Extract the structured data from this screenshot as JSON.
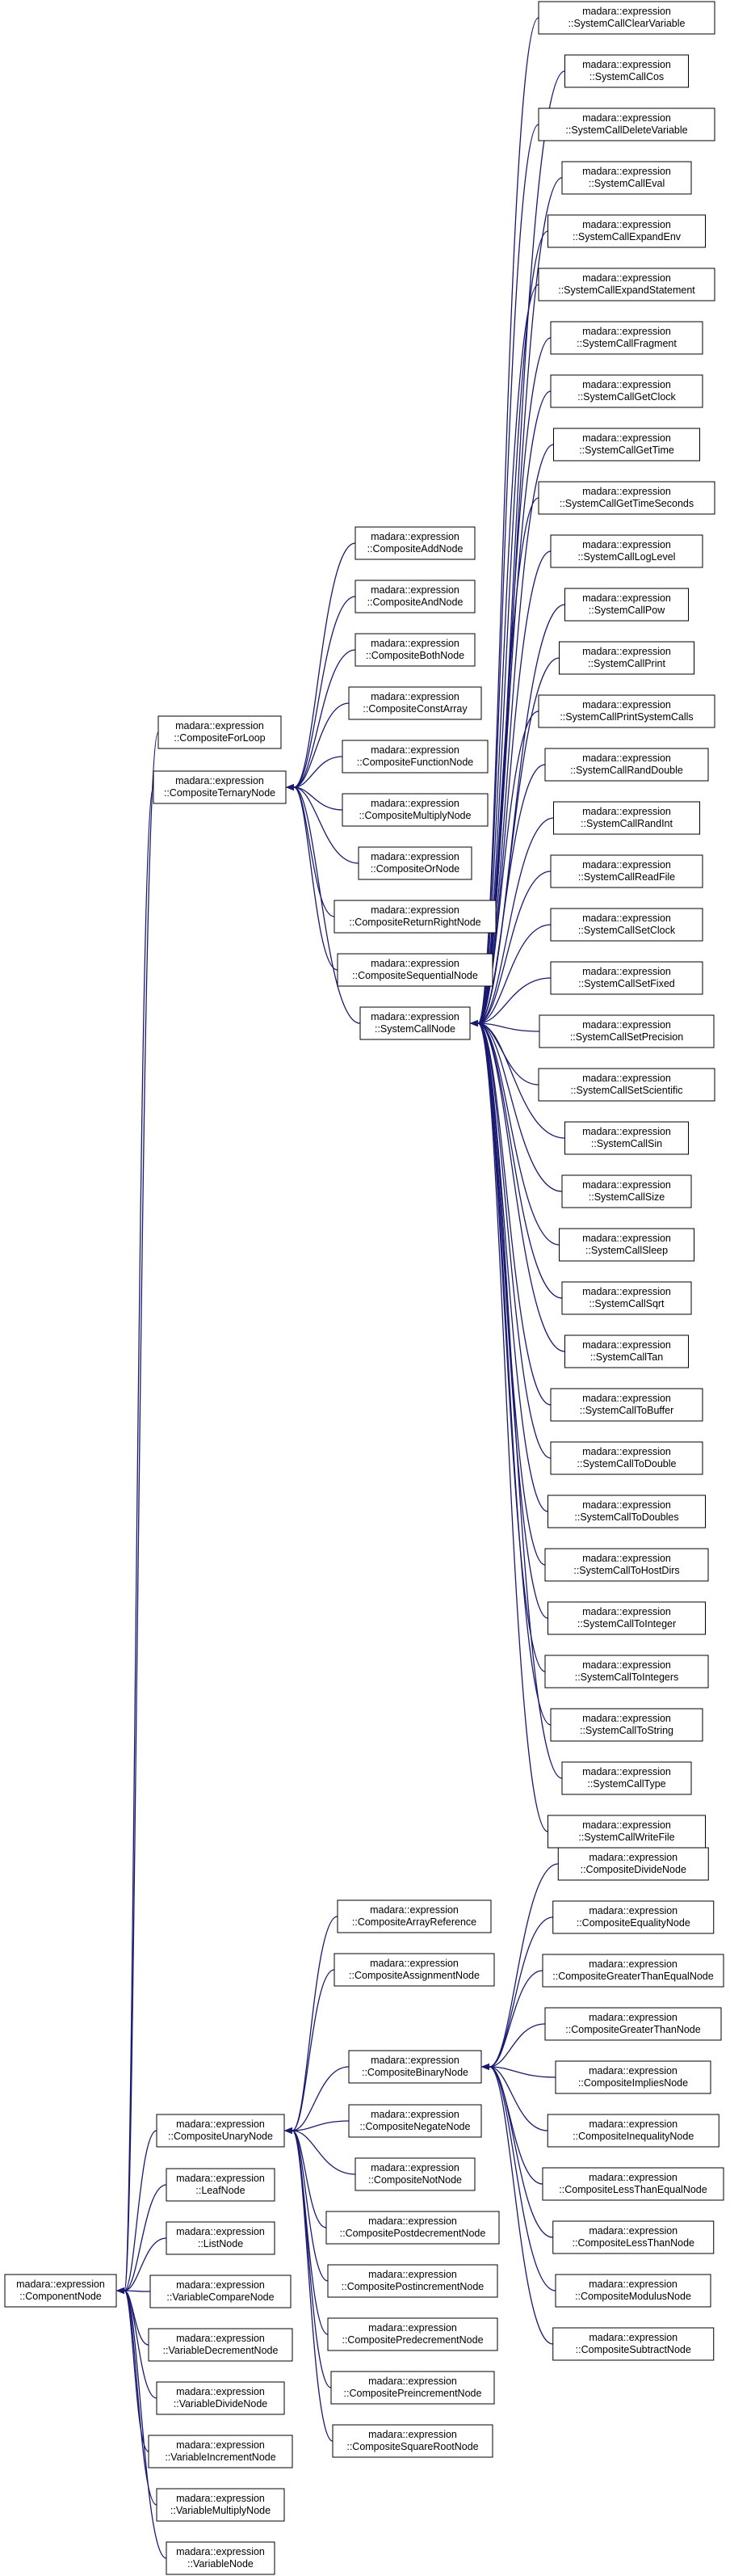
{
  "colors": {
    "edge": "#191970",
    "node_border": "#000000",
    "node_fill": "#ffffff",
    "background": "#ffffff"
  },
  "nodes": {
    "ComponentNode": [
      "madara::expression",
      "::ComponentNode"
    ],
    "CompositeForLoop": [
      "madara::expression",
      "::CompositeForLoop"
    ],
    "CompositeTernaryNode": [
      "madara::expression",
      "::CompositeTernaryNode"
    ],
    "CompositeUnaryNode": [
      "madara::expression",
      "::CompositeUnaryNode"
    ],
    "LeafNode": [
      "madara::expression",
      "::LeafNode"
    ],
    "ListNode": [
      "madara::expression",
      "::ListNode"
    ],
    "VariableCompareNode": [
      "madara::expression",
      "::VariableCompareNode"
    ],
    "VariableDecrementNode": [
      "madara::expression",
      "::VariableDecrementNode"
    ],
    "VariableDivideNode": [
      "madara::expression",
      "::VariableDivideNode"
    ],
    "VariableIncrementNode": [
      "madara::expression",
      "::VariableIncrementNode"
    ],
    "VariableMultiplyNode": [
      "madara::expression",
      "::VariableMultiplyNode"
    ],
    "VariableNode": [
      "madara::expression",
      "::VariableNode"
    ],
    "CompositeAddNode": [
      "madara::expression",
      "::CompositeAddNode"
    ],
    "CompositeAndNode": [
      "madara::expression",
      "::CompositeAndNode"
    ],
    "CompositeBothNode": [
      "madara::expression",
      "::CompositeBothNode"
    ],
    "CompositeConstArray": [
      "madara::expression",
      "::CompositeConstArray"
    ],
    "CompositeFunctionNode": [
      "madara::expression",
      "::CompositeFunctionNode"
    ],
    "CompositeMultiplyNode": [
      "madara::expression",
      "::CompositeMultiplyNode"
    ],
    "CompositeOrNode": [
      "madara::expression",
      "::CompositeOrNode"
    ],
    "CompositeReturnRightNode": [
      "madara::expression",
      "::CompositeReturnRightNode"
    ],
    "CompositeSequentialNode": [
      "madara::expression",
      "::CompositeSequentialNode"
    ],
    "SystemCallNode": [
      "madara::expression",
      "::SystemCallNode"
    ],
    "CompositeArrayReference": [
      "madara::expression",
      "::CompositeArrayReference"
    ],
    "CompositeAssignmentNode": [
      "madara::expression",
      "::CompositeAssignmentNode"
    ],
    "CompositeBinaryNode": [
      "madara::expression",
      "::CompositeBinaryNode"
    ],
    "CompositeNegateNode": [
      "madara::expression",
      "::CompositeNegateNode"
    ],
    "CompositeNotNode": [
      "madara::expression",
      "::CompositeNotNode"
    ],
    "CompositePostdecrementNode": [
      "madara::expression",
      "::CompositePostdecrementNode"
    ],
    "CompositePostincrementNode": [
      "madara::expression",
      "::CompositePostincrementNode"
    ],
    "CompositePredecrementNode": [
      "madara::expression",
      "::CompositePredecrementNode"
    ],
    "CompositePreincrementNode": [
      "madara::expression",
      "::CompositePreincrementNode"
    ],
    "CompositeSquareRootNode": [
      "madara::expression",
      "::CompositeSquareRootNode"
    ],
    "SystemCallClearVariable": [
      "madara::expression",
      "::SystemCallClearVariable"
    ],
    "SystemCallCos": [
      "madara::expression",
      "::SystemCallCos"
    ],
    "SystemCallDeleteVariable": [
      "madara::expression",
      "::SystemCallDeleteVariable"
    ],
    "SystemCallEval": [
      "madara::expression",
      "::SystemCallEval"
    ],
    "SystemCallExpandEnv": [
      "madara::expression",
      "::SystemCallExpandEnv"
    ],
    "SystemCallExpandStatement": [
      "madara::expression",
      "::SystemCallExpandStatement"
    ],
    "SystemCallFragment": [
      "madara::expression",
      "::SystemCallFragment"
    ],
    "SystemCallGetClock": [
      "madara::expression",
      "::SystemCallGetClock"
    ],
    "SystemCallGetTime": [
      "madara::expression",
      "::SystemCallGetTime"
    ],
    "SystemCallGetTimeSeconds": [
      "madara::expression",
      "::SystemCallGetTimeSeconds"
    ],
    "SystemCallLogLevel": [
      "madara::expression",
      "::SystemCallLogLevel"
    ],
    "SystemCallPow": [
      "madara::expression",
      "::SystemCallPow"
    ],
    "SystemCallPrint": [
      "madara::expression",
      "::SystemCallPrint"
    ],
    "SystemCallPrintSystemCalls": [
      "madara::expression",
      "::SystemCallPrintSystemCalls"
    ],
    "SystemCallRandDouble": [
      "madara::expression",
      "::SystemCallRandDouble"
    ],
    "SystemCallRandInt": [
      "madara::expression",
      "::SystemCallRandInt"
    ],
    "SystemCallReadFile": [
      "madara::expression",
      "::SystemCallReadFile"
    ],
    "SystemCallSetClock": [
      "madara::expression",
      "::SystemCallSetClock"
    ],
    "SystemCallSetFixed": [
      "madara::expression",
      "::SystemCallSetFixed"
    ],
    "SystemCallSetPrecision": [
      "madara::expression",
      "::SystemCallSetPrecision"
    ],
    "SystemCallSetScientific": [
      "madara::expression",
      "::SystemCallSetScientific"
    ],
    "SystemCallSin": [
      "madara::expression",
      "::SystemCallSin"
    ],
    "SystemCallSize": [
      "madara::expression",
      "::SystemCallSize"
    ],
    "SystemCallSleep": [
      "madara::expression",
      "::SystemCallSleep"
    ],
    "SystemCallSqrt": [
      "madara::expression",
      "::SystemCallSqrt"
    ],
    "SystemCallTan": [
      "madara::expression",
      "::SystemCallTan"
    ],
    "SystemCallToBuffer": [
      "madara::expression",
      "::SystemCallToBuffer"
    ],
    "SystemCallToDouble": [
      "madara::expression",
      "::SystemCallToDouble"
    ],
    "SystemCallToDoubles": [
      "madara::expression",
      "::SystemCallToDoubles"
    ],
    "SystemCallToHostDirs": [
      "madara::expression",
      "::SystemCallToHostDirs"
    ],
    "SystemCallToInteger": [
      "madara::expression",
      "::SystemCallToInteger"
    ],
    "SystemCallToIntegers": [
      "madara::expression",
      "::SystemCallToIntegers"
    ],
    "SystemCallToString": [
      "madara::expression",
      "::SystemCallToString"
    ],
    "SystemCallType": [
      "madara::expression",
      "::SystemCallType"
    ],
    "SystemCallWriteFile": [
      "madara::expression",
      "::SystemCallWriteFile"
    ],
    "CompositeDivideNode": [
      "madara::expression",
      "::CompositeDivideNode"
    ],
    "CompositeEqualityNode": [
      "madara::expression",
      "::CompositeEqualityNode"
    ],
    "CompositeGreaterThanEqualNode": [
      "madara::expression",
      "::CompositeGreaterThanEqualNode"
    ],
    "CompositeGreaterThanNode": [
      "madara::expression",
      "::CompositeGreaterThanNode"
    ],
    "CompositeImpliesNode": [
      "madara::expression",
      "::CompositeImpliesNode"
    ],
    "CompositeInequalityNode": [
      "madara::expression",
      "::CompositeInequalityNode"
    ],
    "CompositeLessThanEqualNode": [
      "madara::expression",
      "::CompositeLessThanEqualNode"
    ],
    "CompositeLessThanNode": [
      "madara::expression",
      "::CompositeLessThanNode"
    ],
    "CompositeModulusNode": [
      "madara::expression",
      "::CompositeModulusNode"
    ],
    "CompositeSubtractNode": [
      "madara::expression",
      "::CompositeSubtractNode"
    ]
  },
  "edges": [
    [
      "CompositeForLoop",
      "ComponentNode"
    ],
    [
      "CompositeTernaryNode",
      "ComponentNode"
    ],
    [
      "CompositeUnaryNode",
      "ComponentNode"
    ],
    [
      "LeafNode",
      "ComponentNode"
    ],
    [
      "ListNode",
      "ComponentNode"
    ],
    [
      "VariableCompareNode",
      "ComponentNode"
    ],
    [
      "VariableDecrementNode",
      "ComponentNode"
    ],
    [
      "VariableDivideNode",
      "ComponentNode"
    ],
    [
      "VariableIncrementNode",
      "ComponentNode"
    ],
    [
      "VariableMultiplyNode",
      "ComponentNode"
    ],
    [
      "VariableNode",
      "ComponentNode"
    ],
    [
      "CompositeAddNode",
      "CompositeTernaryNode"
    ],
    [
      "CompositeAndNode",
      "CompositeTernaryNode"
    ],
    [
      "CompositeBothNode",
      "CompositeTernaryNode"
    ],
    [
      "CompositeConstArray",
      "CompositeTernaryNode"
    ],
    [
      "CompositeFunctionNode",
      "CompositeTernaryNode"
    ],
    [
      "CompositeMultiplyNode",
      "CompositeTernaryNode"
    ],
    [
      "CompositeOrNode",
      "CompositeTernaryNode"
    ],
    [
      "CompositeReturnRightNode",
      "CompositeTernaryNode"
    ],
    [
      "CompositeSequentialNode",
      "CompositeTernaryNode"
    ],
    [
      "SystemCallNode",
      "CompositeTernaryNode"
    ],
    [
      "CompositeArrayReference",
      "CompositeUnaryNode"
    ],
    [
      "CompositeAssignmentNode",
      "CompositeUnaryNode"
    ],
    [
      "CompositeBinaryNode",
      "CompositeUnaryNode"
    ],
    [
      "CompositeNegateNode",
      "CompositeUnaryNode"
    ],
    [
      "CompositeNotNode",
      "CompositeUnaryNode"
    ],
    [
      "CompositePostdecrementNode",
      "CompositeUnaryNode"
    ],
    [
      "CompositePostincrementNode",
      "CompositeUnaryNode"
    ],
    [
      "CompositePredecrementNode",
      "CompositeUnaryNode"
    ],
    [
      "CompositePreincrementNode",
      "CompositeUnaryNode"
    ],
    [
      "CompositeSquareRootNode",
      "CompositeUnaryNode"
    ],
    [
      "SystemCallClearVariable",
      "SystemCallNode"
    ],
    [
      "SystemCallCos",
      "SystemCallNode"
    ],
    [
      "SystemCallDeleteVariable",
      "SystemCallNode"
    ],
    [
      "SystemCallEval",
      "SystemCallNode"
    ],
    [
      "SystemCallExpandEnv",
      "SystemCallNode"
    ],
    [
      "SystemCallExpandStatement",
      "SystemCallNode"
    ],
    [
      "SystemCallFragment",
      "SystemCallNode"
    ],
    [
      "SystemCallGetClock",
      "SystemCallNode"
    ],
    [
      "SystemCallGetTime",
      "SystemCallNode"
    ],
    [
      "SystemCallGetTimeSeconds",
      "SystemCallNode"
    ],
    [
      "SystemCallLogLevel",
      "SystemCallNode"
    ],
    [
      "SystemCallPow",
      "SystemCallNode"
    ],
    [
      "SystemCallPrint",
      "SystemCallNode"
    ],
    [
      "SystemCallPrintSystemCalls",
      "SystemCallNode"
    ],
    [
      "SystemCallRandDouble",
      "SystemCallNode"
    ],
    [
      "SystemCallRandInt",
      "SystemCallNode"
    ],
    [
      "SystemCallReadFile",
      "SystemCallNode"
    ],
    [
      "SystemCallSetClock",
      "SystemCallNode"
    ],
    [
      "SystemCallSetFixed",
      "SystemCallNode"
    ],
    [
      "SystemCallSetPrecision",
      "SystemCallNode"
    ],
    [
      "SystemCallSetScientific",
      "SystemCallNode"
    ],
    [
      "SystemCallSin",
      "SystemCallNode"
    ],
    [
      "SystemCallSize",
      "SystemCallNode"
    ],
    [
      "SystemCallSleep",
      "SystemCallNode"
    ],
    [
      "SystemCallSqrt",
      "SystemCallNode"
    ],
    [
      "SystemCallTan",
      "SystemCallNode"
    ],
    [
      "SystemCallToBuffer",
      "SystemCallNode"
    ],
    [
      "SystemCallToDouble",
      "SystemCallNode"
    ],
    [
      "SystemCallToDoubles",
      "SystemCallNode"
    ],
    [
      "SystemCallToHostDirs",
      "SystemCallNode"
    ],
    [
      "SystemCallToInteger",
      "SystemCallNode"
    ],
    [
      "SystemCallToIntegers",
      "SystemCallNode"
    ],
    [
      "SystemCallToString",
      "SystemCallNode"
    ],
    [
      "SystemCallType",
      "SystemCallNode"
    ],
    [
      "SystemCallWriteFile",
      "SystemCallNode"
    ],
    [
      "CompositeDivideNode",
      "CompositeBinaryNode"
    ],
    [
      "CompositeEqualityNode",
      "CompositeBinaryNode"
    ],
    [
      "CompositeGreaterThanEqualNode",
      "CompositeBinaryNode"
    ],
    [
      "CompositeGreaterThanNode",
      "CompositeBinaryNode"
    ],
    [
      "CompositeImpliesNode",
      "CompositeBinaryNode"
    ],
    [
      "CompositeInequalityNode",
      "CompositeBinaryNode"
    ],
    [
      "CompositeLessThanEqualNode",
      "CompositeBinaryNode"
    ],
    [
      "CompositeLessThanNode",
      "CompositeBinaryNode"
    ],
    [
      "CompositeModulusNode",
      "CompositeBinaryNode"
    ],
    [
      "CompositeSubtractNode",
      "CompositeBinaryNode"
    ]
  ]
}
